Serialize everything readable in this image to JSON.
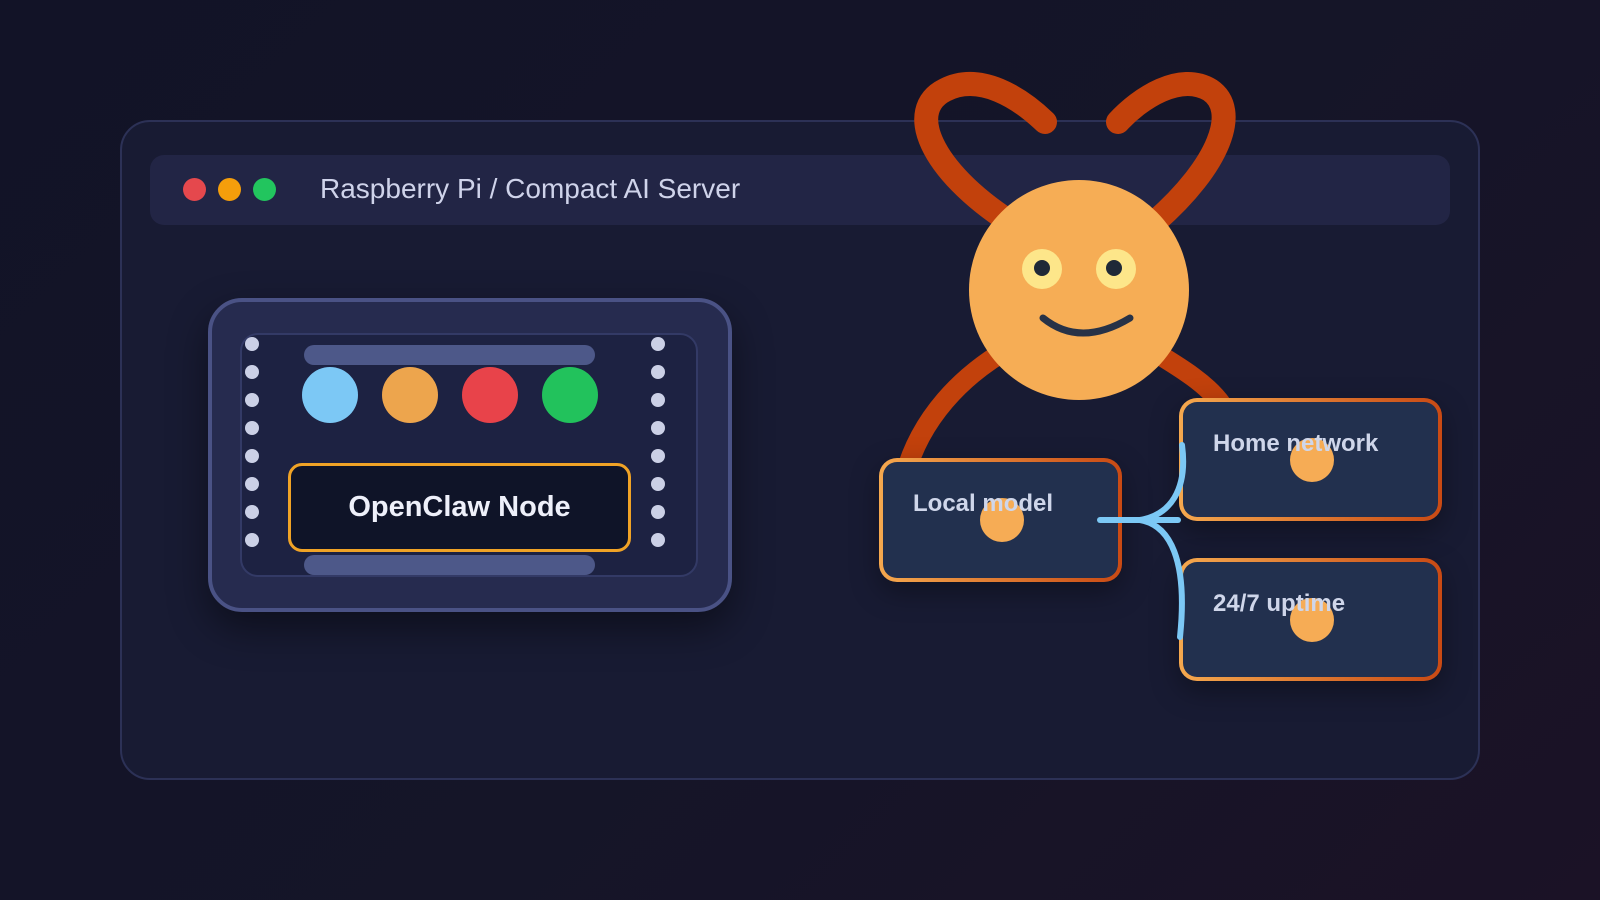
{
  "window": {
    "title": "Raspberry Pi / Compact AI Server",
    "controls": [
      {
        "name": "close",
        "color": "#e5484d"
      },
      {
        "name": "minimize",
        "color": "#f59e0b"
      },
      {
        "name": "maximize",
        "color": "#22c55e"
      }
    ]
  },
  "device": {
    "label": "OpenClaw Node",
    "leds": [
      {
        "color": "#7cc8f5"
      },
      {
        "color": "#eda54d"
      },
      {
        "color": "#e8434a"
      },
      {
        "color": "#22c25c"
      }
    ]
  },
  "cards": [
    {
      "label": "Local model"
    },
    {
      "label": "Home network"
    },
    {
      "label": "24/7 uptime"
    }
  ],
  "colors": {
    "mascot": "#f6ad55",
    "claw": "#c2410c",
    "connector": "#7cc8f5",
    "accent": "#f0a326"
  }
}
